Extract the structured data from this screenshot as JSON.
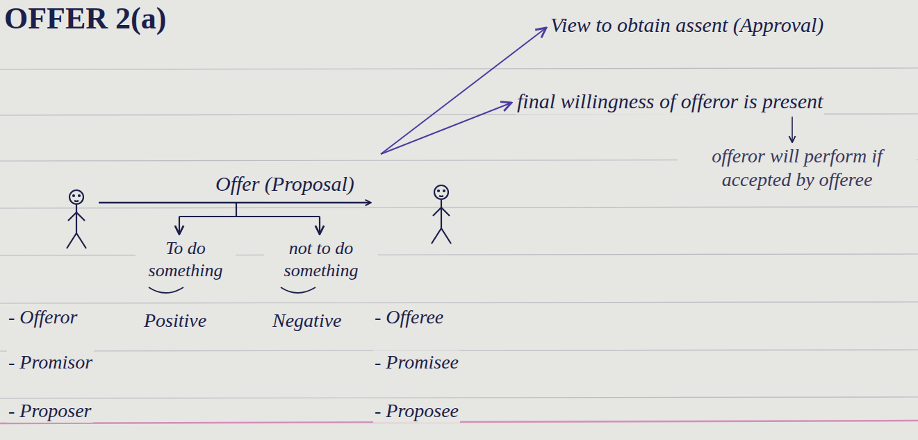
{
  "diagram": {
    "title": "OFFER 2(a)",
    "nodes": [
      {
        "text": [
          "- Offeror",
          "- Promisor",
          "- Proposer"
        ]
      },
      {
        "text": [
          "- Offeree",
          "- Promisee",
          "- Proposee"
        ]
      }
    ],
    "edges": [
      {
        "from": 0,
        "to": 1,
        "arrow": "to",
        "label": "Offer (Proposal)"
      }
    ],
    "labels": [
      "To do something",
      "not to do something",
      "Positive",
      "Negative",
      "View to obtain assent (Approval)",
      "final willingness of offeror is present",
      "offeror will perform if accepted by offeree"
    ]
  }
}
